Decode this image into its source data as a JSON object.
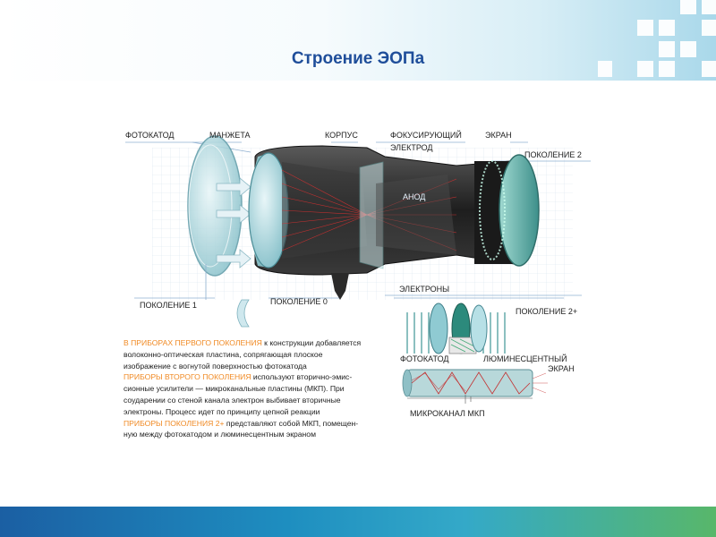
{
  "slide": {
    "title": "Строение ЭОПа"
  },
  "colors": {
    "title": "#1f4e9a",
    "highlight": "#f08a24",
    "tube_dark": "#2a2a2a",
    "glass": "#9fd4dc",
    "electron_beam": "#d93030",
    "footer_blue": "#1b5fa3",
    "footer_green": "#58b76a"
  },
  "labels": {
    "photocathode": "ФОТОКАТОД",
    "cuff": "МАНЖЕТА",
    "body": "КОРПУС",
    "focusing_1": "ФОКУСИРУЮЩИЙ",
    "focusing_2": "ЭЛЕКТРОД",
    "screen": "ЭКРАН",
    "generation_2": "ПОКОЛЕНИЕ 2",
    "anode": "АНОД",
    "generation_1": "ПОКОЛЕНИЕ 1",
    "generation_0": "ПОКОЛЕНИЕ 0",
    "electrons": "ЭЛЕКТРОНЫ",
    "generation_2plus": "ПОКОЛЕНИЕ 2+",
    "photocathode_mcp": "ФОТОКАТОД",
    "luminescent_1": "ЛЮМИНЕСЦЕНТНЫЙ",
    "luminescent_2": "ЭКРАН",
    "microchannel": "МИКРОКАНАЛ МКП"
  },
  "description": {
    "p1_hl": "В ПРИБОРАХ ПЕРВОГО ПОКОЛЕНИЯ",
    "p1_a": " к конструкции добавляется",
    "p1_b": "волоконно-оптическая пластина, сопрягающая плоское",
    "p1_c": "изображение с вогнутой поверхностью фотокатода",
    "p2_hl": "ПРИБОРЫ ВТОРОГО ПОКОЛЕНИЯ",
    "p2_a": " используют вторично-эмис-",
    "p2_b": "сионные усилители — микроканальные пластины (МКП). При",
    "p2_c": "соударении со стеной канала электрон выбивает вторичные",
    "p2_d": "электроны. Процесс идет по принципу цепной реакции",
    "p3_hl": "ПРИБОРЫ ПОКОЛЕНИЯ 2+",
    "p3_a": " представляют собой МКП, помещен-",
    "p3_b": "ную между фотокатодом и люминесцентным экраном"
  }
}
